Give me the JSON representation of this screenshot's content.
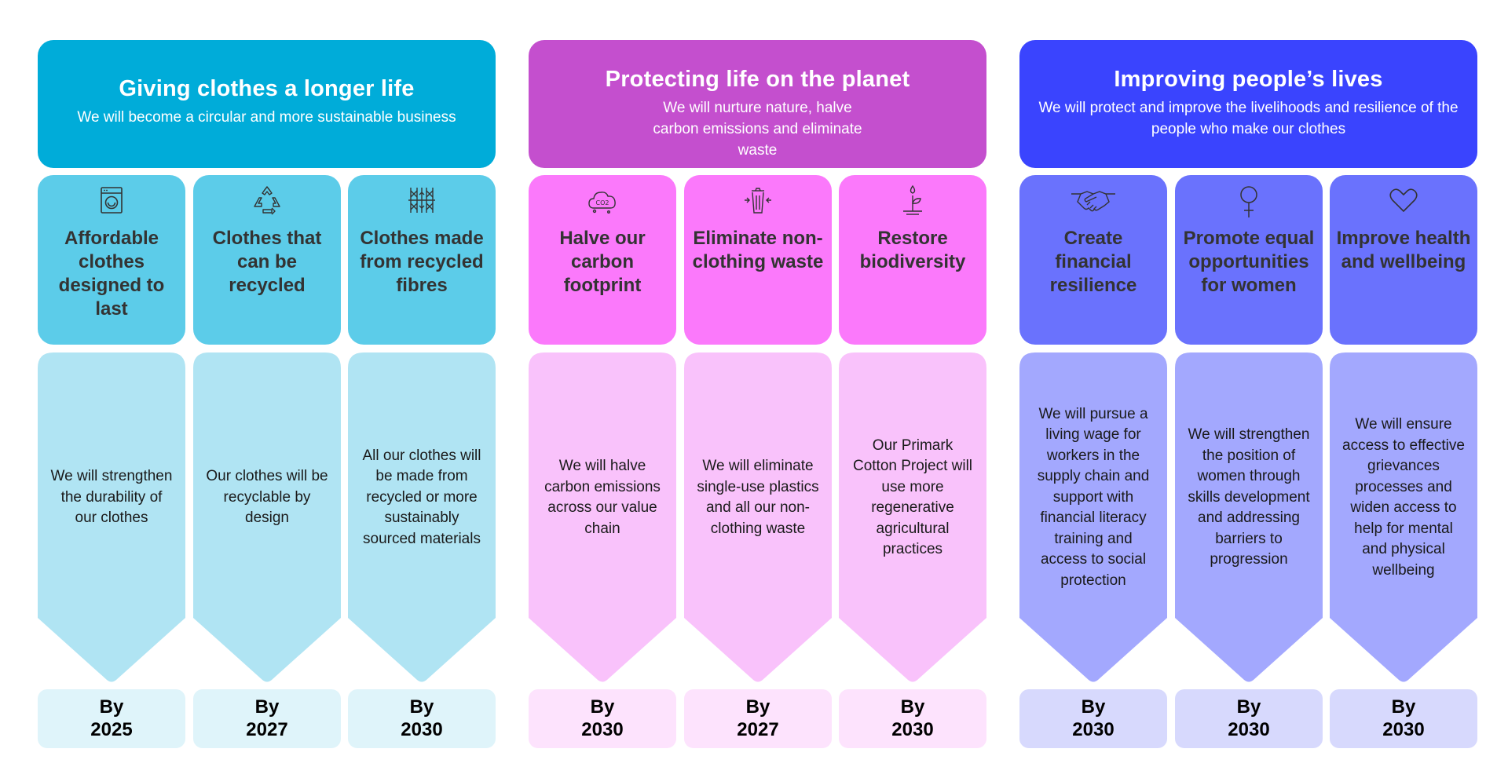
{
  "pillars": [
    {
      "title": "Giving clothes a longer life",
      "subtitle": "We will become a circular and more sustainable business",
      "colors": {
        "header": "#00acd9",
        "goal": "#5ccce9",
        "arrow": "#b0e4f3",
        "date": "#dff4fa"
      },
      "goals": [
        {
          "icon": "washing-machine-icon",
          "title": "Affordable clothes designed to last",
          "body": "We will strengthen the durability of our clothes",
          "by": "By",
          "year": "2025"
        },
        {
          "icon": "recycle-icon",
          "title": "Clothes that can be recycled",
          "body": "Our clothes will be recyclable by design",
          "by": "By",
          "year": "2027"
        },
        {
          "icon": "fibres-icon",
          "title": "Clothes made from recycled fibres",
          "body": "All our clothes will be made from recycled or more sustainably sourced materials",
          "by": "By",
          "year": "2030"
        }
      ]
    },
    {
      "title": "Protecting life on the planet",
      "subtitle": "We will nurture nature, halve carbon emissions and eliminate waste",
      "colors": {
        "header": "#c44fce",
        "goal": "#fb79fb",
        "arrow": "#f9c2fb",
        "date": "#fde3fd"
      },
      "goals": [
        {
          "icon": "co2-cloud-icon",
          "title": "Halve our carbon footprint",
          "body": "We will halve carbon emissions across our value chain",
          "by": "By",
          "year": "2030"
        },
        {
          "icon": "waste-bin-icon",
          "title": "Eliminate non-clothing waste",
          "body": "We will eliminate single-use plastics and all our non-clothing waste",
          "by": "By",
          "year": "2027"
        },
        {
          "icon": "sprout-icon",
          "title": "Restore biodiversity",
          "body": "Our Primark Cotton Project will use more regenerative agricultural practices",
          "by": "By",
          "year": "2030"
        }
      ]
    },
    {
      "title": "Improving people’s lives",
      "subtitle": "We will protect and improve the livelihoods and resilience of the people who make our clothes",
      "colors": {
        "header": "#3a44fe",
        "goal": "#6a72fd",
        "arrow": "#a3a8fe",
        "date": "#d7d9fd"
      },
      "goals": [
        {
          "icon": "handshake-icon",
          "title": "Create financial resilience",
          "body": "We will pursue a living wage for workers in the supply chain and support with financial literacy training and access to social protection",
          "by": "By",
          "year": "2030"
        },
        {
          "icon": "female-symbol-icon",
          "title": "Promote equal opportunities for women",
          "body": "We will strengthen the position of women through skills development and addressing barriers to progression",
          "by": "By",
          "year": "2030"
        },
        {
          "icon": "heart-icon",
          "title": "Improve health and wellbeing",
          "body": "We will ensure access to effective grievances processes and widen access to help for mental and physical wellbeing",
          "by": "By",
          "year": "2030"
        }
      ]
    }
  ]
}
